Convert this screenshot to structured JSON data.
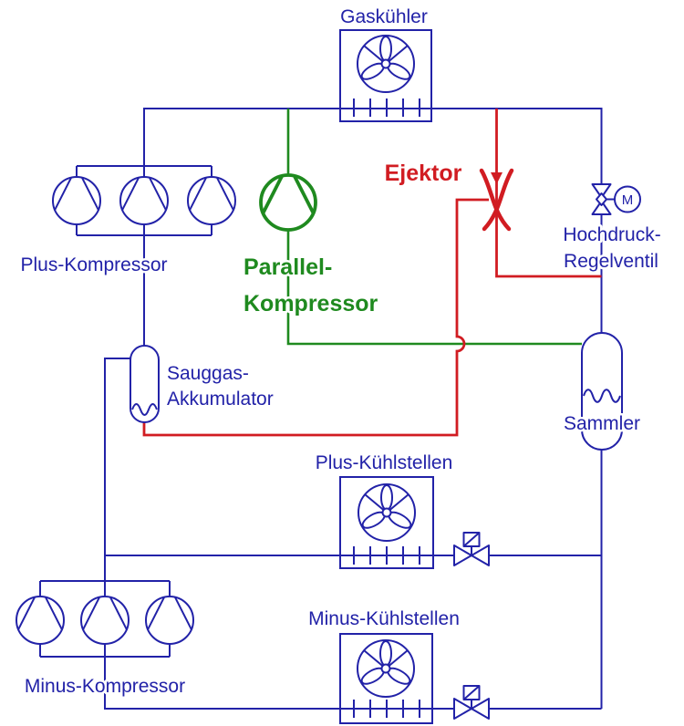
{
  "colors": {
    "blue": "#2222a8",
    "green": "#1f8a1f",
    "red": "#d11c22",
    "background": "#ffffff"
  },
  "labels": {
    "gas_cooler": "Gaskühler",
    "plus_compressor": "Plus-Kompressor",
    "parallel_compressor_line1": "Parallel-",
    "parallel_compressor_line2": "Kompressor",
    "ejector": "Ejektor",
    "hp_valve_line1": "Hochdruck-",
    "hp_valve_line2": "Regelventil",
    "suction_accumulator_line1": "Sauggas-",
    "suction_accumulator_line2": "Akkumulator",
    "receiver": "Sammler",
    "plus_cooling": "Plus-Kühlstellen",
    "minus_cooling": "Minus-Kühlstellen",
    "minus_compressor": "Minus-Kompressor",
    "motor": "M"
  },
  "icons": {
    "fan-icon": "circle with three propeller blades and hub",
    "heat-exchanger-ticks-icon": "five tick marks across pipe inside box",
    "compressor-icon": "circle with two converging chords",
    "vessel-icon": "vertical capsule with liquid-level wave",
    "expansion-valve-icon": "bowtie valve with control head box and diagonal",
    "motor-valve-icon": "vertical bowtie valve with diamond and M motor circle",
    "ejector-icon": "crossed converging-diverging nozzle curves with downward arrow",
    "line-hop-icon": "semicircular jump where red line crosses green line"
  }
}
